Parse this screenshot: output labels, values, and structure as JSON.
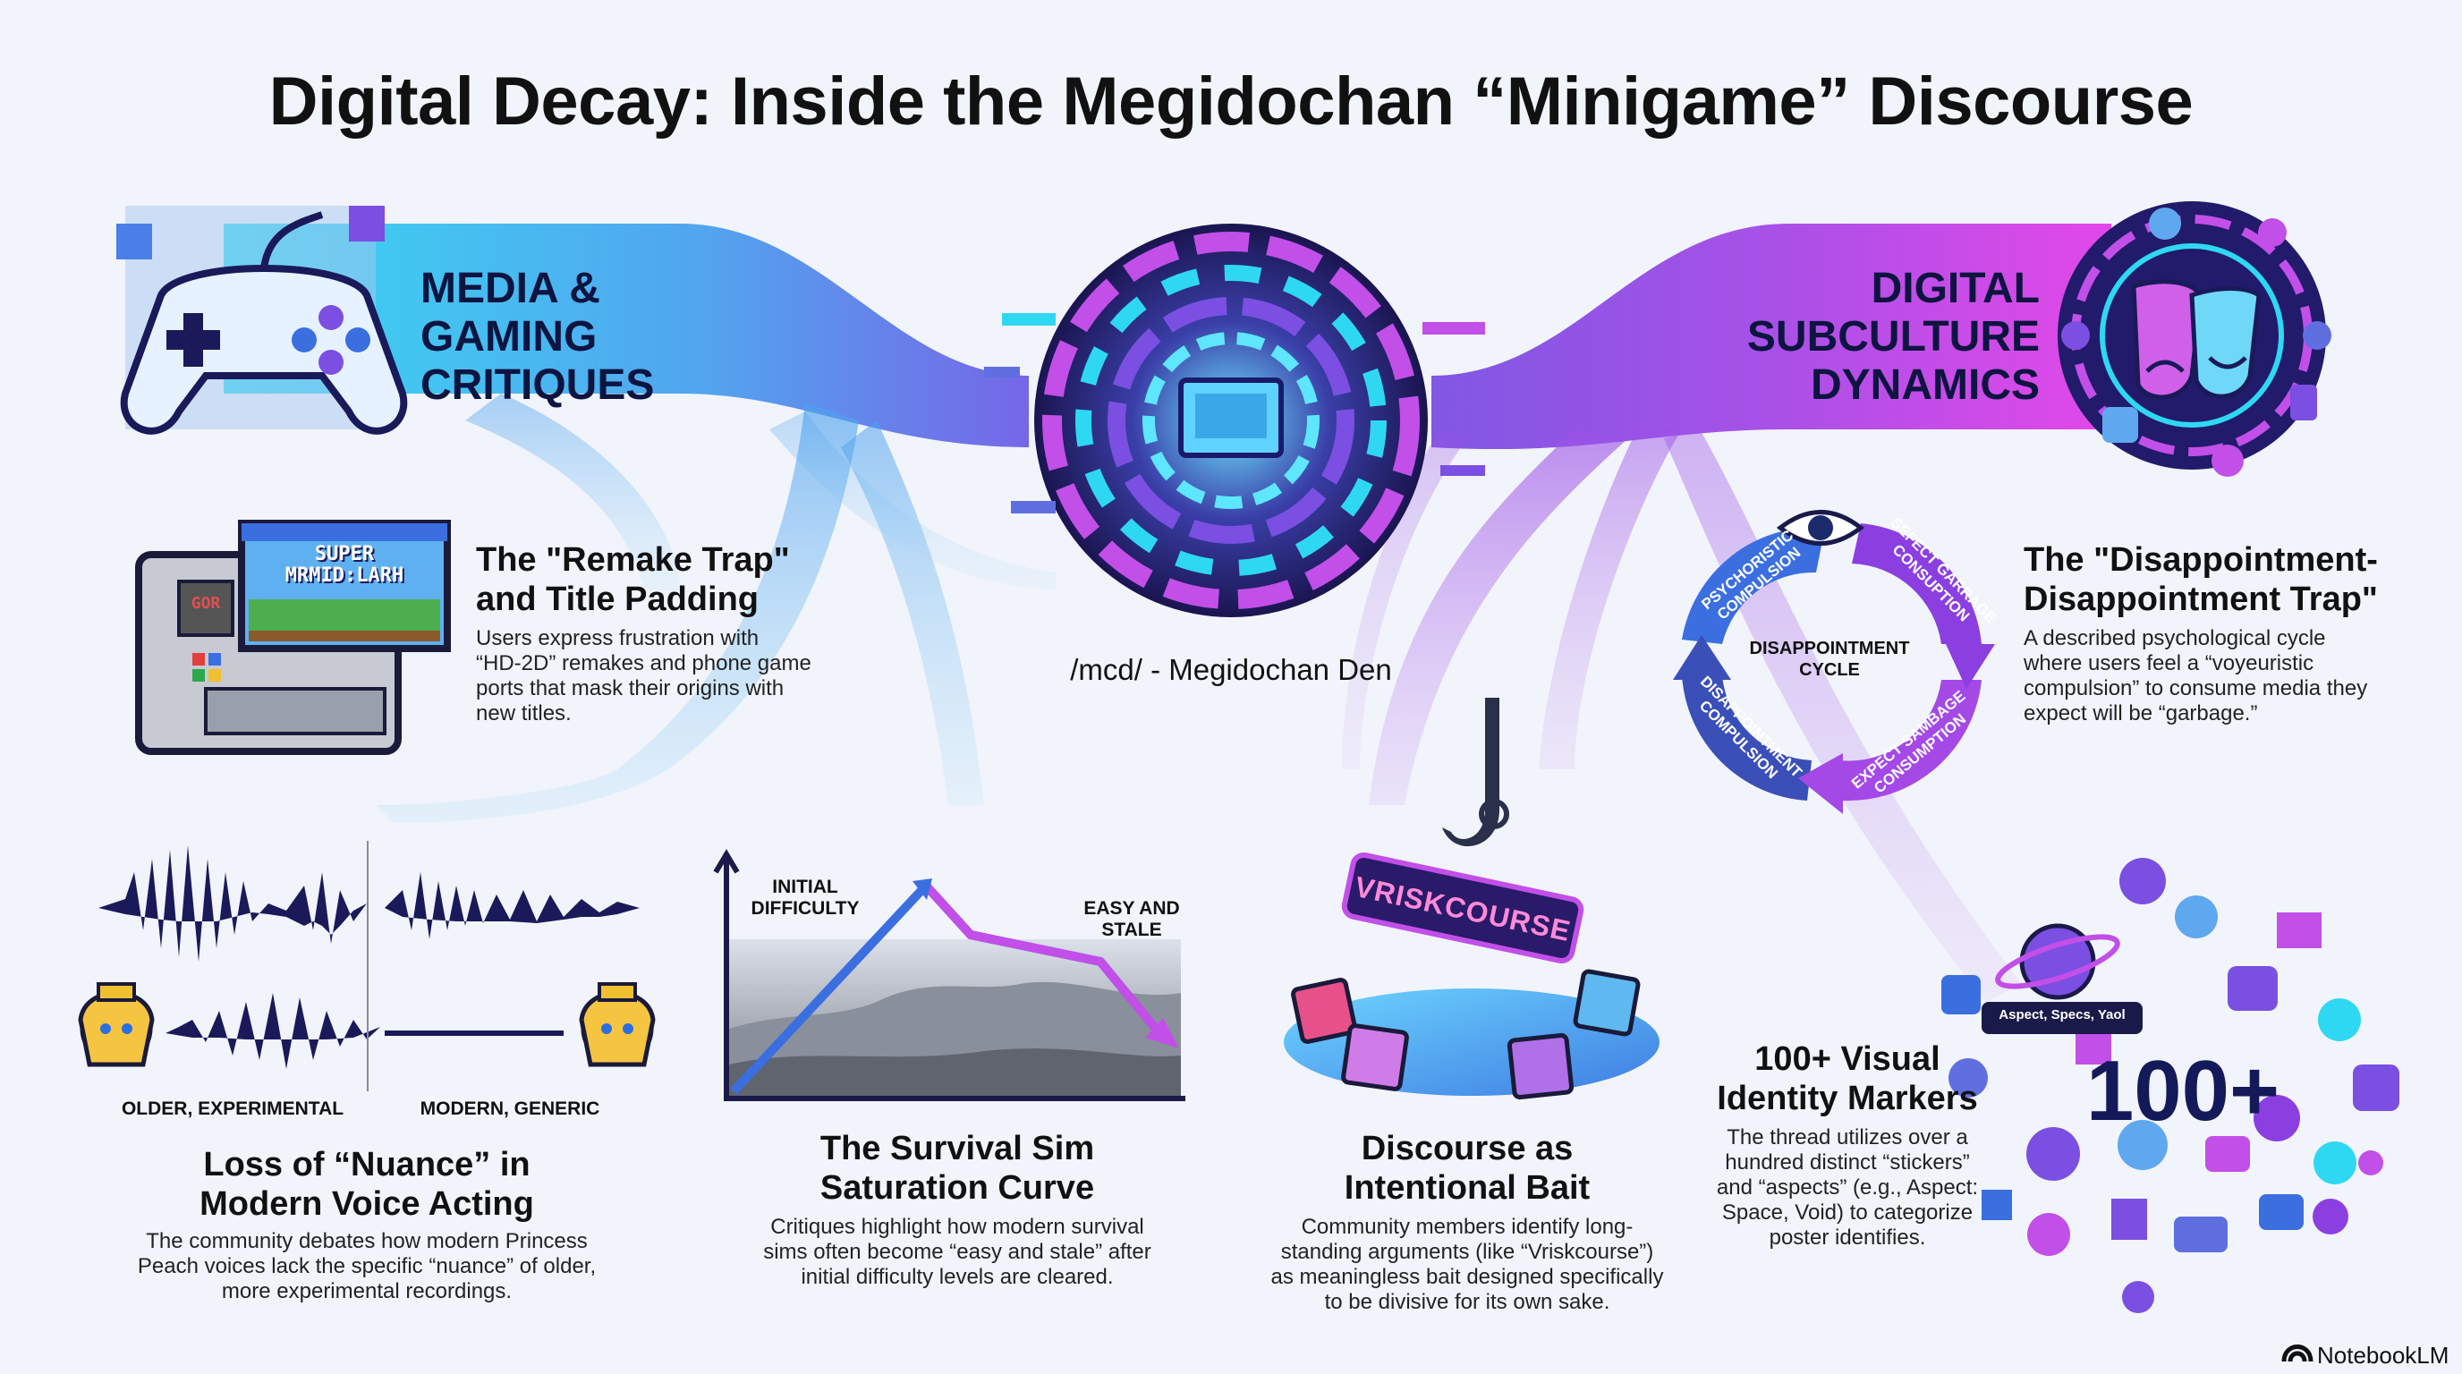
{
  "title": "Digital Decay: Inside the Megidochan “Minigame” Discourse",
  "hub": {
    "label": "/mcd/ - Megidochan Den"
  },
  "branches": {
    "left": {
      "title_lines": [
        "MEDIA &",
        "GAMING",
        "CRITIQUES"
      ]
    },
    "right": {
      "title_lines": [
        "DIGITAL",
        "SUBCULTURE",
        "DYNAMICS"
      ]
    }
  },
  "remake": {
    "title_lines": [
      "The \"Remake Trap\"",
      "and Title Padding"
    ],
    "body_lines": [
      "Users express frustration with",
      "“HD-2D” remakes and phone game",
      "ports that mask their origins with",
      "new titles."
    ],
    "cartridge_text_lines": [
      "SUPER",
      "MRMID:LARH"
    ],
    "cartridge_badge": "GOR"
  },
  "voice": {
    "label_left": "OLDER, EXPERIMENTAL",
    "label_right": "MODERN, GENERIC",
    "title_lines": [
      "Loss of “Nuance” in",
      "Modern Voice Acting"
    ],
    "body_lines": [
      "The community debates how modern Princess",
      "Peach voices lack the specific “nuance” of older,",
      "more experimental recordings."
    ]
  },
  "survival": {
    "label_initial": [
      "INITIAL",
      "DIFFICULTY"
    ],
    "label_easy": [
      "EASY AND",
      "STALE"
    ],
    "title_lines": [
      "The Survival Sim",
      "Saturation Curve"
    ],
    "body_lines": [
      "Critiques highlight how modern survival",
      "sims often become “easy and stale” after",
      "initial difficulty levels are cleared."
    ]
  },
  "bait": {
    "sign": "VRISKCOURSE",
    "title_lines": [
      "Discourse as",
      "Intentional Bait"
    ],
    "body_lines": [
      "Community members identify long-",
      "standing arguments (like “Vriskcourse”)",
      "as meaningless bait designed specifically",
      "to be divisive for its own sake."
    ]
  },
  "cycle": {
    "center_lines": [
      "DISAPPOINTMENT",
      "CYCLE"
    ],
    "seg_top_left": [
      "PSYCHORISTIC",
      "COMPULSION"
    ],
    "seg_top_right": [
      "SEFECT GARRAGE",
      "CONSUPTION"
    ],
    "seg_bottom_right": [
      "EXPECT SAMBAGE",
      "CONSUMPTION"
    ],
    "seg_bottom_left": [
      "DISAPPOINTMENT",
      "COMPULSION"
    ]
  },
  "trap": {
    "title_lines": [
      "The \"Disappointment-",
      "Disappointment Trap\""
    ],
    "body_lines": [
      "A described psychological cycle",
      "where users feel a “voyeuristic",
      "compulsion” to consume media they",
      "expect will be “garbage.”"
    ]
  },
  "markers": {
    "big": "100+",
    "tag": "Aspect, Specs, Yaol",
    "title_lines": [
      "100+ Visual",
      "Identity Markers"
    ],
    "body_lines": [
      "The thread utilizes over a",
      "hundred distinct “stickers”",
      "and “aspects” (e.g., Aspect:",
      "Space, Void) to categorize",
      "poster identifies."
    ]
  },
  "watermark": "NotebookLM",
  "icons": [
    "gamepad-icon",
    "cartridge-icon",
    "waveform-icon",
    "princess-icon",
    "curve-chart-icon",
    "fishhook-icon",
    "angry-face-icon",
    "eye-icon",
    "theater-masks-icon",
    "planet-icon",
    "sticker-icon",
    "notebook-logo-icon"
  ],
  "colors": {
    "cyan": "#33d6f0",
    "blue": "#3b6fe0",
    "purple": "#8b3fe0",
    "magenta": "#d63fe8",
    "navy": "#14195a",
    "bg": "#f1f4fa"
  }
}
